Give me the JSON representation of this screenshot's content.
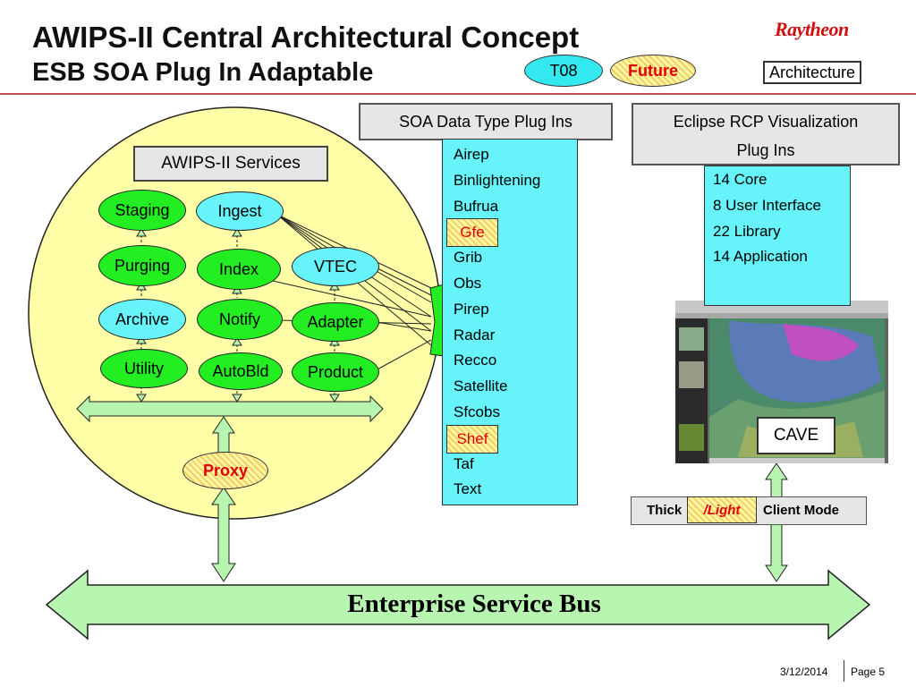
{
  "header": {
    "title_line1": "AWIPS-II Central Architectural Concept",
    "title_line2": "ESB SOA Plug In Adaptable",
    "logo_text": "Raytheon",
    "tag_t08": "T08",
    "tag_future": "Future",
    "tag_architecture": "Architecture"
  },
  "soa": {
    "header": "SOA Data Type Plug Ins",
    "items": [
      {
        "label": "Airep",
        "future": false
      },
      {
        "label": "Binlightening",
        "future": false
      },
      {
        "label": "Bufrua",
        "future": false
      },
      {
        "label": "Gfe",
        "future": true
      },
      {
        "label": "Grib",
        "future": false
      },
      {
        "label": "Obs",
        "future": false
      },
      {
        "label": "Pirep",
        "future": false
      },
      {
        "label": "Radar",
        "future": false
      },
      {
        "label": "Recco",
        "future": false
      },
      {
        "label": "Satellite",
        "future": false
      },
      {
        "label": "Sfcobs",
        "future": false
      },
      {
        "label": "Shef",
        "future": true
      },
      {
        "label": "Taf",
        "future": false
      },
      {
        "label": "Text",
        "future": false
      }
    ]
  },
  "rcp": {
    "header_line1": "Eclipse RCP Visualization",
    "header_line2": "Plug Ins",
    "items": [
      "14 Core",
      "8 User Interface",
      "22 Library",
      "14 Application"
    ],
    "cave_label": "CAVE"
  },
  "client_mode": {
    "thick": "Thick",
    "light": "/Light",
    "suffix": "Client Mode"
  },
  "services": {
    "label": "AWIPS-II Services",
    "nodes": {
      "staging": "Staging",
      "ingest": "Ingest",
      "purging": "Purging",
      "index": "Index",
      "vtec": "VTEC",
      "archive": "Archive",
      "notify": "Notify",
      "adapter": "Adapter",
      "utility": "Utility",
      "autobld": "AutoBld",
      "product": "Product"
    },
    "proxy": "Proxy"
  },
  "esb": {
    "label": "Enterprise Service Bus"
  },
  "footer": {
    "date": "3/12/2014",
    "page": "Page 5"
  },
  "colors": {
    "green": "#22ee22",
    "cyan": "#66f4fa",
    "circle_fill": "#ffffa8",
    "arrow_fill": "#b8f5b0",
    "future_text": "#e00000",
    "logo": "#d01010"
  }
}
